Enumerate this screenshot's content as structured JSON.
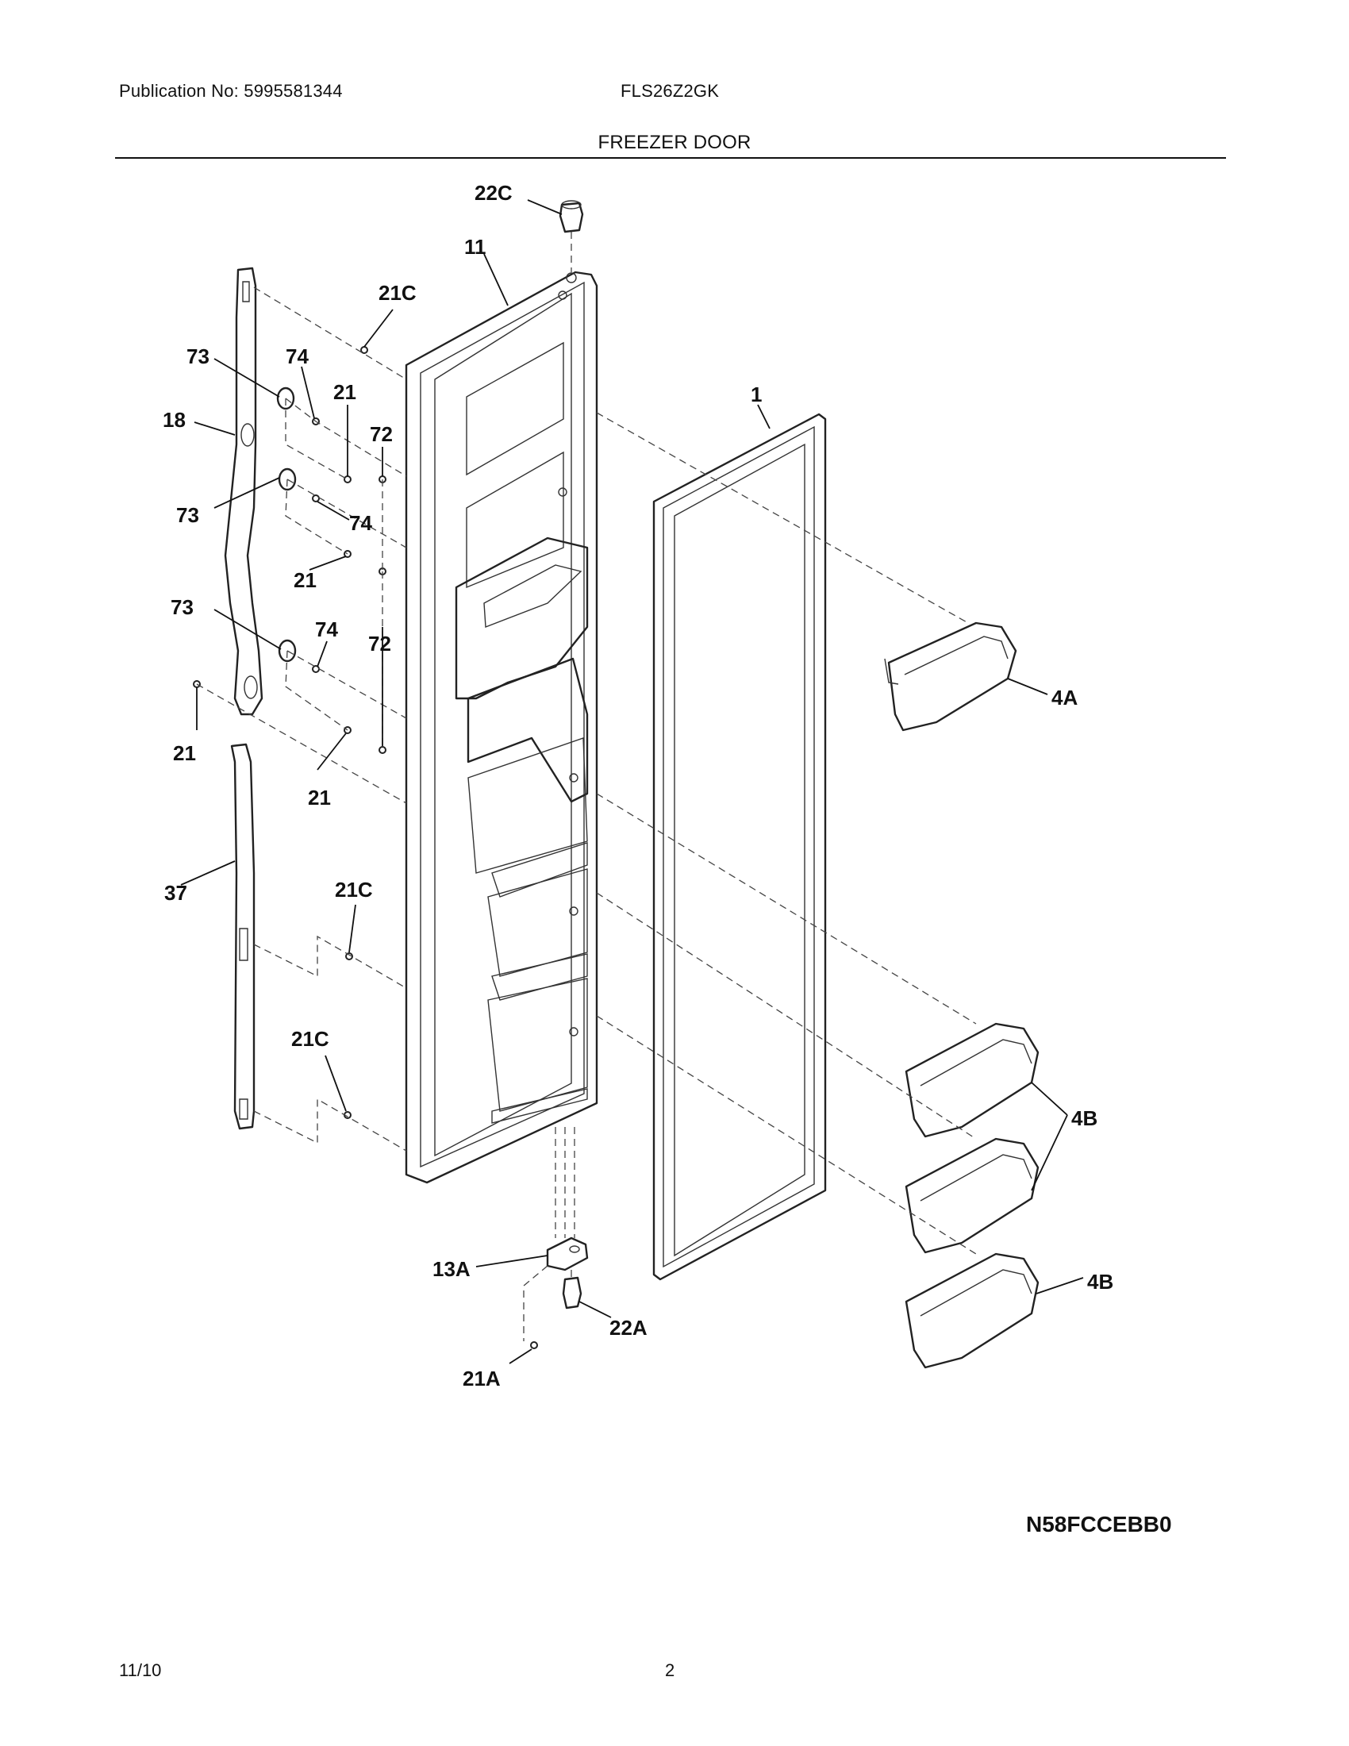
{
  "header": {
    "publication": "Publication No: 5995581344",
    "model": "FLS26Z2GK",
    "section_title": "FREEZER DOOR"
  },
  "diagram": {
    "callouts": [
      "22C",
      "11",
      "21C",
      "73",
      "74",
      "21",
      "72",
      "18",
      "73",
      "74",
      "21",
      "73",
      "74",
      "72",
      "21",
      "21",
      "37",
      "21C",
      "21C",
      "1",
      "4A",
      "4B",
      "4B",
      "13A",
      "22A",
      "21A"
    ]
  },
  "footer": {
    "diagram_code": "N58FCCEBB0",
    "date": "11/10",
    "page": "2"
  }
}
